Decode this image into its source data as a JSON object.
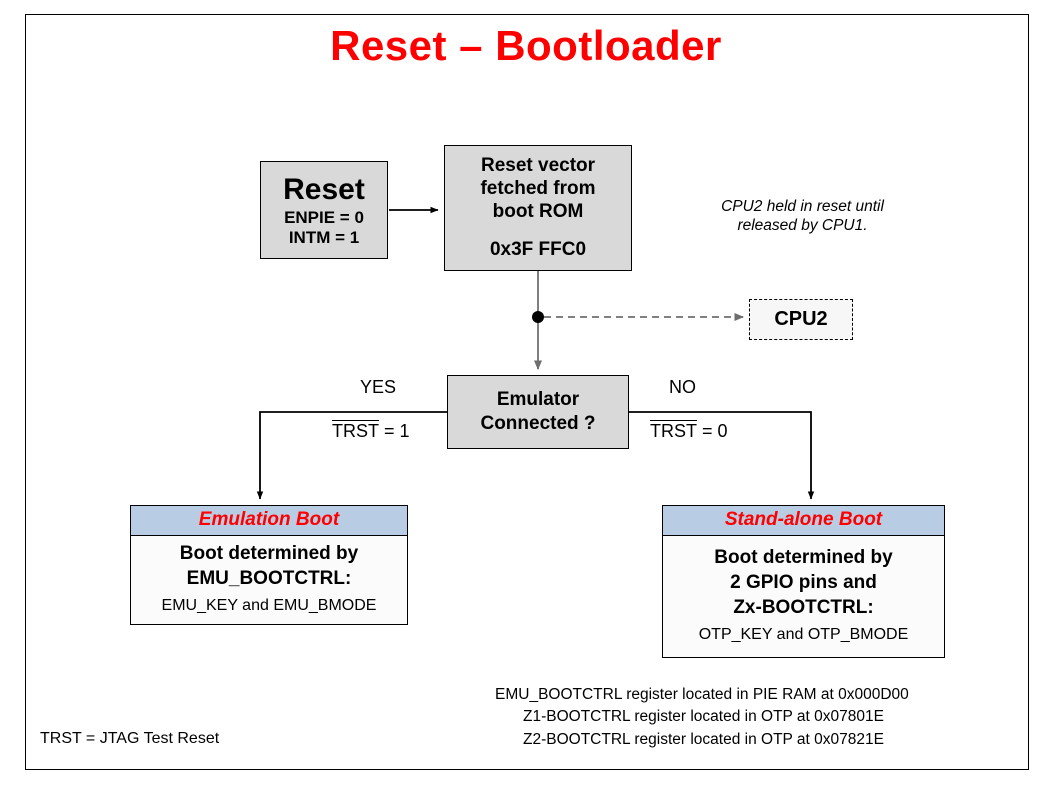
{
  "slide": {
    "title": "Reset – Bootloader"
  },
  "nodes": {
    "reset": {
      "title": "Reset",
      "line1": "ENPIE = 0",
      "line2": "INTM = 1"
    },
    "reset_vector": {
      "line1": "Reset vector",
      "line2": "fetched from",
      "line3": "boot ROM",
      "address": "0x3F FFC0"
    },
    "cpu2": {
      "label": "CPU2",
      "note": "CPU2 held in reset until released by CPU1."
    },
    "emulator_decision": {
      "line1": "Emulator",
      "line2": "Connected ?"
    },
    "emulation_boot": {
      "header": "Emulation Boot",
      "line1": "Boot determined by",
      "line2": "EMU_BOOTCTRL:",
      "detail": "EMU_KEY and EMU_BMODE"
    },
    "standalone_boot": {
      "header": "Stand-alone Boot",
      "line1": "Boot determined by",
      "line2": "2 GPIO pins and",
      "line3": "Zx-BOOTCTRL:",
      "detail": "OTP_KEY and OTP_BMODE"
    }
  },
  "edges": {
    "yes_label": "YES",
    "no_label": "NO",
    "trst_yes_name": "TRST",
    "trst_yes_value": " = 1",
    "trst_no_name": "TRST",
    "trst_no_value": " = 0"
  },
  "footnotes": {
    "legend": "TRST = JTAG Test Reset",
    "line1": "EMU_BOOTCTRL register located in PIE RAM at 0x000D00",
    "line2": "Z1-BOOTCTRL register located in OTP at 0x07801E",
    "line3": "Z2-BOOTCTRL register located in OTP at 0x07821E"
  },
  "colors": {
    "title": "#ff0000",
    "node_fill": "#d9d9d9",
    "boot_header_fill": "#b8cce4",
    "boot_header_text": "#ff0000",
    "border": "#000000",
    "connector_gray": "#808080"
  }
}
